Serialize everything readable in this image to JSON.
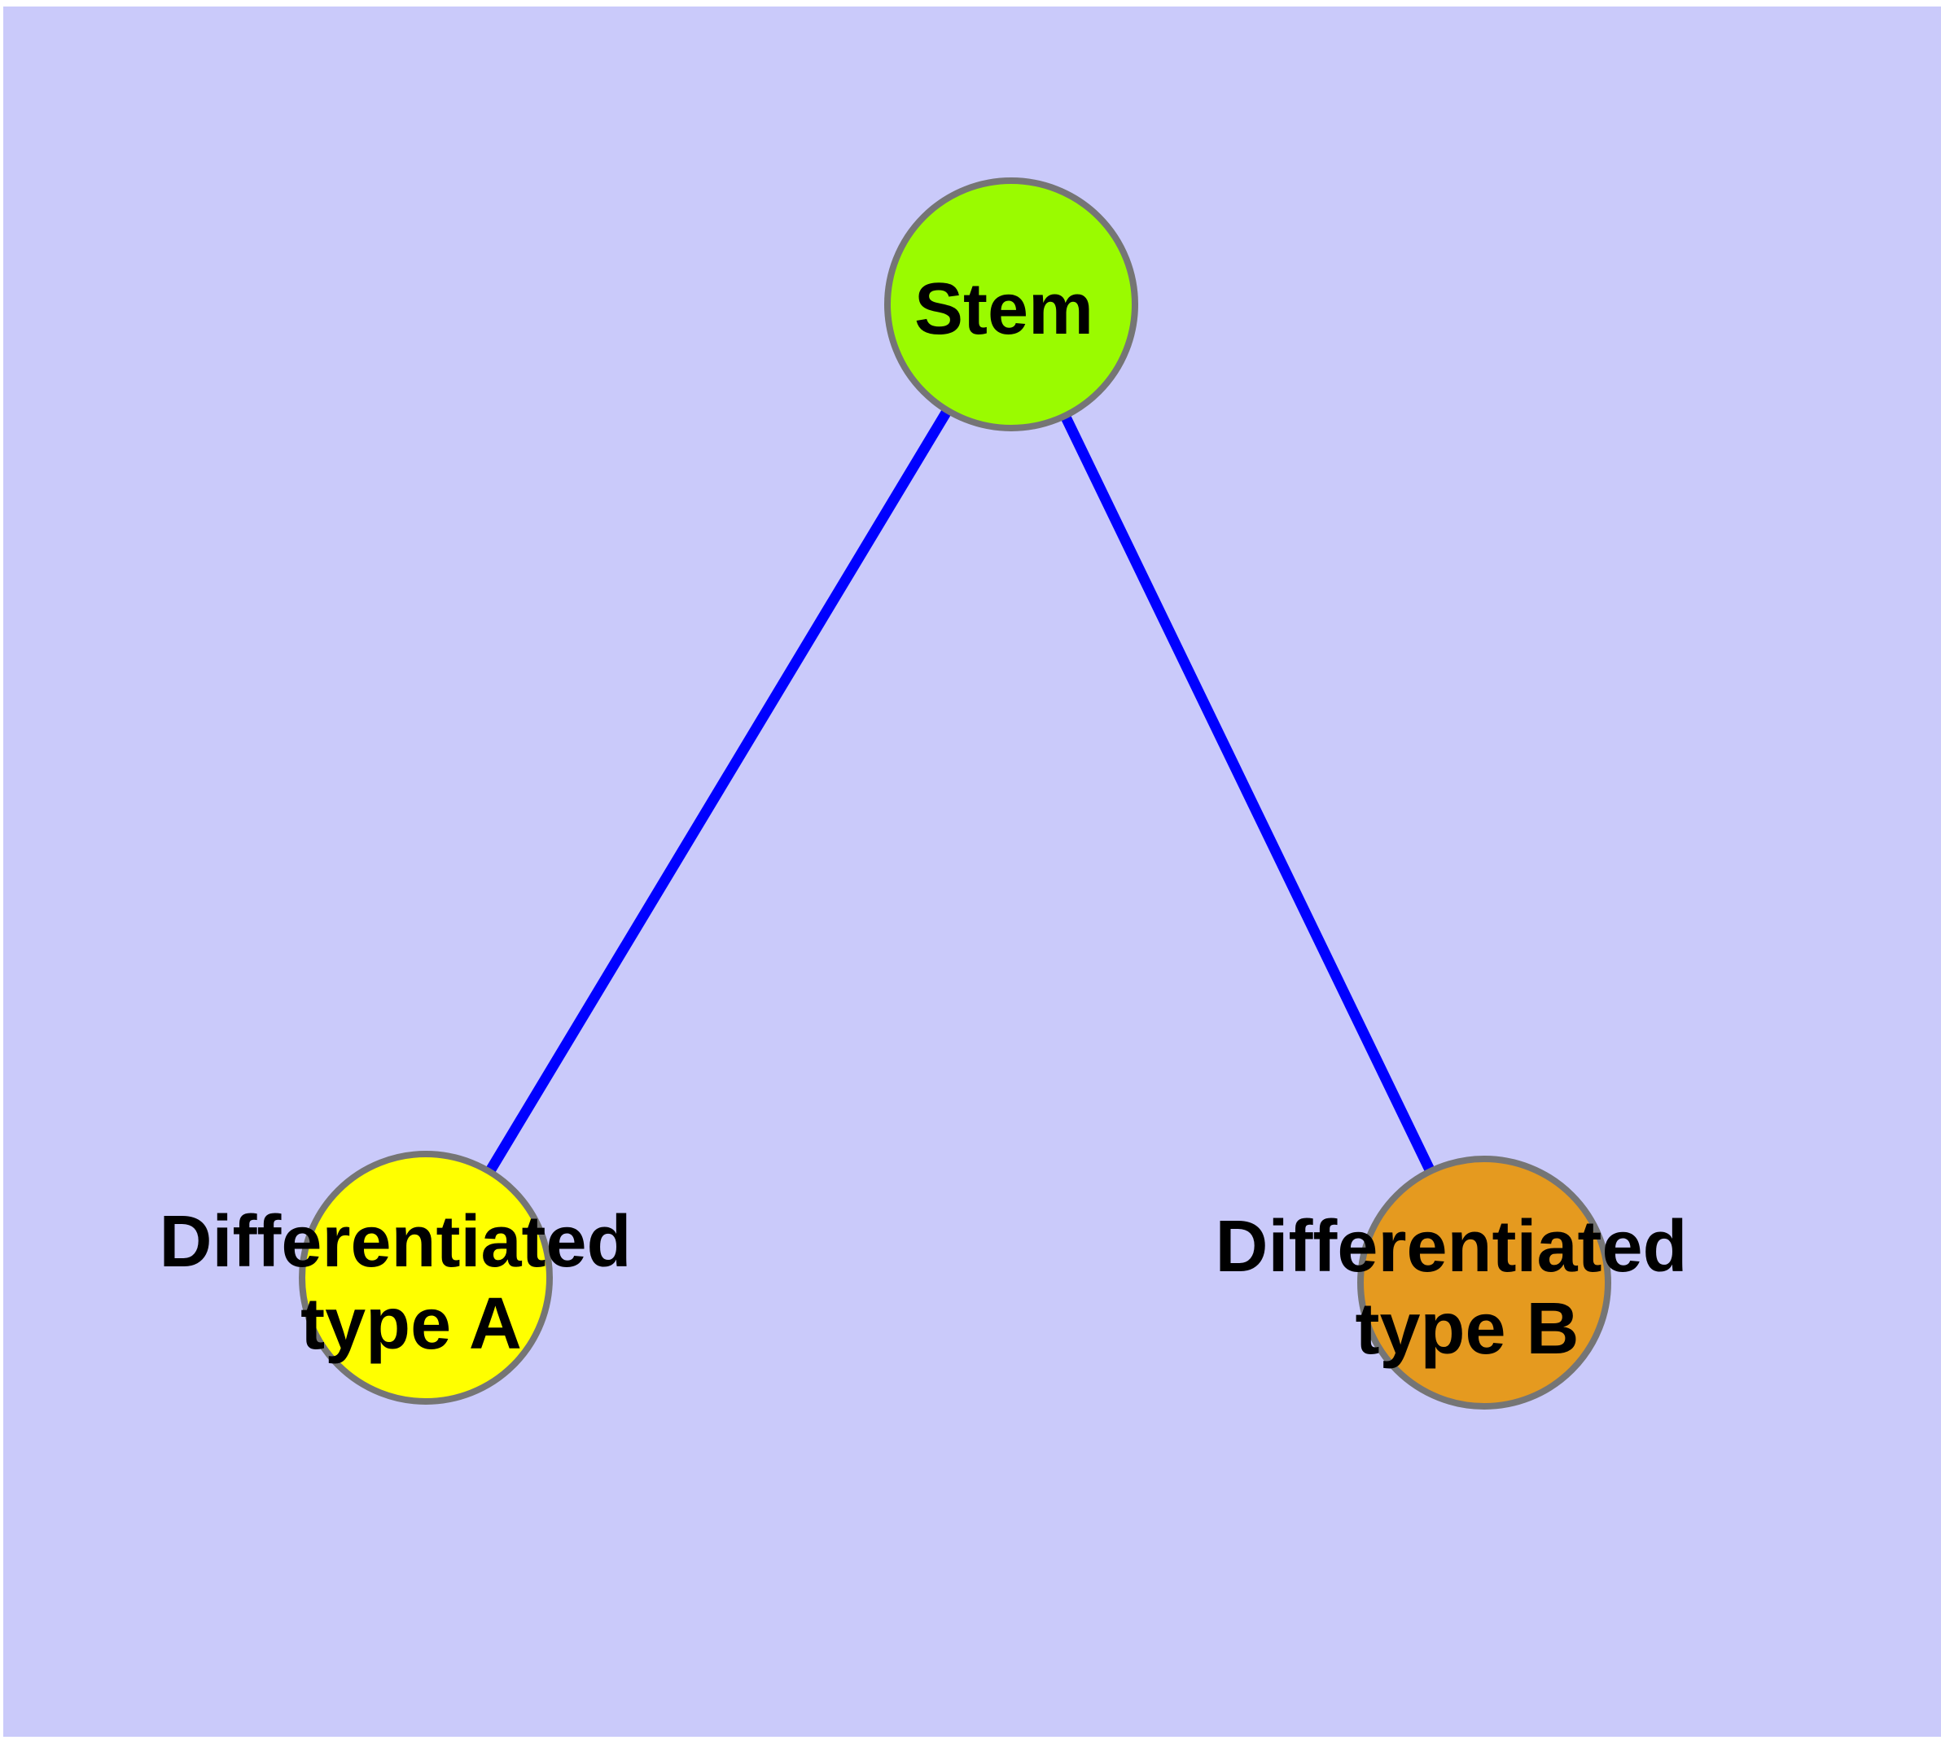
{
  "diagram": {
    "type": "node-link-graph",
    "background_color": "#CACAFA",
    "page_margin_color": "#FFFFFF",
    "edge_color": "#0000FF",
    "node_border_color": "#757575",
    "label_color": "#000000",
    "nodes": [
      {
        "id": "stem",
        "label": "Stem",
        "label_line1": "Stem",
        "label_line2": "",
        "color": "#9AFB00"
      },
      {
        "id": "type-a",
        "label": "Differentiated type A",
        "label_line1": "Differentiated",
        "label_line2": "type A",
        "color": "#FFFF00"
      },
      {
        "id": "type-b",
        "label": "Differentiated type B",
        "label_line1": "Differentiated",
        "label_line2": "type B",
        "color": "#E59A1F"
      }
    ],
    "edges": [
      {
        "from": "stem",
        "to": "type-a"
      },
      {
        "from": "stem",
        "to": "type-b"
      }
    ]
  }
}
